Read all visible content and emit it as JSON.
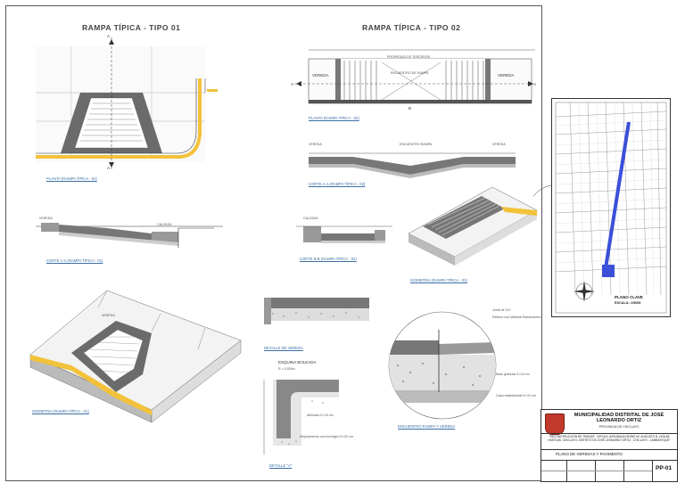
{
  "titles": {
    "tipo01": "RAMPA TÍPICA - TIPO 01",
    "tipo02": "RAMPA TÍPICA - TIPO 02"
  },
  "captions": {
    "planta01": "PLANTA (RAMPA TÍPICA - 01)",
    "corte01": "CORTE A-A (RAMPA TÍPICA - 01)",
    "iso01": "ISOMETRIA (RAMPA TÍPICA - 01)",
    "planta02": "PLANTA (RAMPA TÍPICA - 02)",
    "corte02a": "CORTE A-A (RAMPA TÍPICA - 02)",
    "corte02b": "CORTE B-B (RAMPA TÍPICA - 02)",
    "iso02": "ISOMETRIA (RAMPA TÍPICA - 02)",
    "detalleVereda": "DETALLE DE VEREDA",
    "detalleA": "DETALLE \"A\"",
    "encuentro": "ENCUENTRO RAMPA Y VEREDA"
  },
  "labels": {
    "vereda": "VEREDA",
    "calzada": "CALZADA",
    "propiedad": "PROPIEDAD DE TERCEROS",
    "encuentro": "ENCUENTRO DE RAMPA",
    "encuentroRampa": "ENCUENTRO RAMPA",
    "esquina": "ESQUINA BOLEADA",
    "radio": "R = 0.025m",
    "afirmado": "Afirmado E=10 cm",
    "mejoramiento": "Mejoramiento con hormigón E=20 cm",
    "junta": "Junta de 3/4\"",
    "relleno": "Relleno con Material Elastomérico",
    "base": "Base granular E=10 cm",
    "capa": "Capa estabilizante E=10 cm",
    "corteA": "A",
    "corteB": "B"
  },
  "map": {
    "caption": "PLANO CLAVE",
    "scale": "ESCALA: 1/5000",
    "accent": "#3b4fd8"
  },
  "titleblock": {
    "entity": "MUNICIPALIDAD DISTRITAL DE JOSÉ LEONARDO ORTIZ",
    "province": "PROVINCIA DE CHICLAYO",
    "project": "\"RECONSTRUCCIÓN DE TRANSIT., CIRCUN. ASSUMAZA DESDE AV. AUGUSTO B. LEGUÍA HASTA AV. CHICLAYO, DISTRITO DE JOSÉ LEONARDO ORTIZ - CHICLAYO - LAMBAYEQUE\"",
    "sheet": "PLANO DE VEREDAS Y PAVIMENTO",
    "code": "PP-01"
  },
  "colors": {
    "ramp": "#6b6b6b",
    "yellow": "#f2c23a",
    "line": "#333333",
    "caption": "#3a6ea5"
  }
}
